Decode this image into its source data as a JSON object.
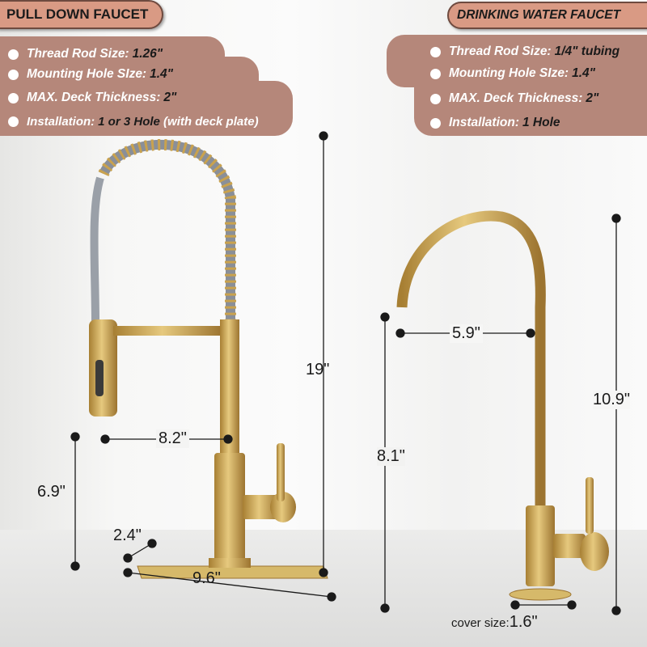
{
  "left_info": {
    "title": "PULL DOWN FAUCET",
    "specs": [
      {
        "label": "Thread Rod Size:",
        "value": "1.26\""
      },
      {
        "label": "Mounting Hole SIze:",
        "value": "1.4\""
      },
      {
        "label": "MAX. Deck Thickness:",
        "value": "2\""
      },
      {
        "label": "Installation:",
        "value": "1 or 3 Hole",
        "note": "(with deck plate)"
      }
    ]
  },
  "right_info": {
    "title": "DRINKING WATER FAUCET",
    "specs": [
      {
        "label": "Thread Rod Size:",
        "value": "1/4\" tubing"
      },
      {
        "label": "Mounting Hole SIze:",
        "value": "1.4\""
      },
      {
        "label": "MAX. Deck Thickness:",
        "value": "2\""
      },
      {
        "label": "Installation:",
        "value": "1 Hole"
      }
    ]
  },
  "dimensions": {
    "pull_height": "19\"",
    "pull_reach": "8.2\"",
    "pull_spout_height": "6.9\"",
    "plate_width": "2.4\"",
    "plate_length": "9.6\"",
    "drink_reach": "5.9\"",
    "drink_spout_height": "8.1\"",
    "drink_height": "10.9\"",
    "cover_label": "cover size:",
    "cover_value": "1.6\""
  },
  "colors": {
    "panel": "#b5877a",
    "pill": "#d99a84",
    "gold": "#c9a24e"
  }
}
